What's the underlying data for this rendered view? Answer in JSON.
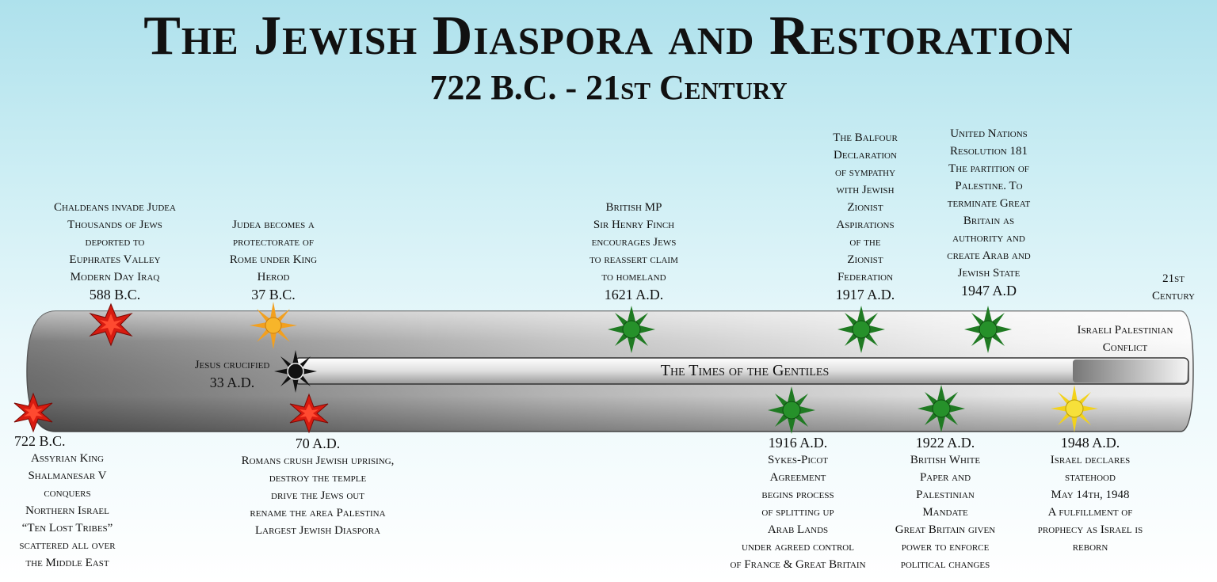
{
  "title": "The Jewish Diaspora and Restoration",
  "subtitle": "722 B.C. - 21st Century",
  "band_label": "The Times of the Gentiles",
  "colors": {
    "red_event": "#d81b10",
    "orange_event": "#f2a020",
    "green_event": "#1f7a22",
    "yellow_event": "#f3d21a",
    "black_event": "#111111",
    "bar_dark": "#8a8a8a",
    "bar_light": "#f4f4f4"
  },
  "events_top": [
    {
      "id": "588bc",
      "lines": [
        "Chaldeans invade Judea",
        "Thousands of Jews",
        "deported to",
        "Euphrates Valley",
        "Modern Day Iraq"
      ],
      "date": "588 B.C.",
      "marker": "red-burst"
    },
    {
      "id": "37bc",
      "lines": [
        "Judea becomes a",
        "protectorate of",
        "Rome under King",
        "Herod"
      ],
      "date": "37 B.C.",
      "marker": "orange-sun"
    },
    {
      "id": "1621ad",
      "lines": [
        "British MP",
        "Sir Henry Finch",
        "encourages Jews",
        "to reassert claim",
        "to homeland"
      ],
      "date": "1621 A.D.",
      "marker": "green-star"
    },
    {
      "id": "1917ad",
      "lines": [
        "The Balfour",
        "Declaration",
        "of sympathy",
        "with Jewish",
        "Zionist",
        "Aspirations",
        "of the",
        "Zionist",
        "Federation"
      ],
      "date": "1917 A.D.",
      "marker": "green-star"
    },
    {
      "id": "1947ad",
      "lines": [
        "United Nations",
        "Resolution 181",
        "The partition of",
        "Palestine. To",
        "terminate Great",
        "Britain as",
        "authority and",
        "create Arab and",
        "Jewish State"
      ],
      "date": "1947 A.D",
      "marker": "green-star"
    },
    {
      "id": "21st",
      "lines": [
        "21st",
        "Century"
      ],
      "date": "",
      "marker": "none"
    }
  ],
  "events_bottom": [
    {
      "id": "722bc",
      "date": "722 B.C.",
      "lines": [
        "Assyrian King",
        "Shalmanesar V",
        "conquers",
        "Northern Israel",
        "“Ten Lost Tribes”",
        "scattered all over",
        "the Middle East"
      ],
      "marker": "red-burst"
    },
    {
      "id": "70ad",
      "date": "70 A.D.",
      "lines": [
        "Romans crush Jewish uprising,",
        "destroy the temple",
        "drive the Jews out",
        "rename the area Palestina",
        "Largest Jewish Diaspora"
      ],
      "marker": "red-burst"
    },
    {
      "id": "1916ad",
      "date": "1916 A.D.",
      "lines": [
        "Sykes-Picot",
        "Agreement",
        "begins process",
        "of splitting up",
        "Arab Lands",
        "under agreed control",
        "of France & Great Britain"
      ],
      "marker": "green-star"
    },
    {
      "id": "1922ad",
      "date": "1922 A.D.",
      "lines": [
        "British White",
        "Paper and",
        "Palestinian",
        "Mandate",
        "Great Britain given",
        "power to enforce",
        "political changes"
      ],
      "marker": "green-star"
    },
    {
      "id": "1948ad",
      "date": "1948 A.D.",
      "lines": [
        "Israel declares",
        "statehood",
        "May 14th, 1948",
        "A fulfillment of",
        "prophecy as Israel is",
        "reborn"
      ],
      "marker": "yellow-sun"
    }
  ],
  "events_middle": [
    {
      "id": "33ad",
      "lines": [
        "Jesus crucified"
      ],
      "date": "33 A.D.",
      "marker": "black-sun"
    },
    {
      "id": "conflict",
      "lines": [
        "Israeli Palestinian",
        "Conflict"
      ],
      "date": "",
      "marker": "none"
    }
  ]
}
